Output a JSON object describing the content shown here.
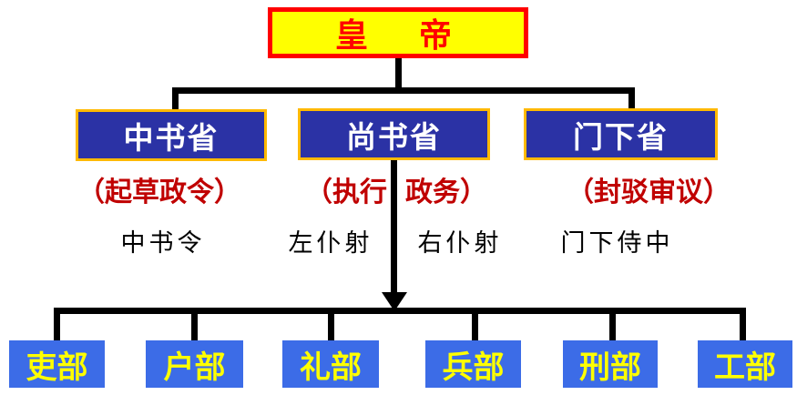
{
  "diagram": {
    "emperor": "皇　帝",
    "departments": [
      {
        "name": "中书省",
        "annotation": "（起草政令）",
        "official": "中书令"
      },
      {
        "name": "尚书省",
        "annotation_left": "（执行",
        "annotation_right": "政务）",
        "official_left": "左仆射",
        "official_right": "右仆射"
      },
      {
        "name": "门下省",
        "annotation": "（封驳审议）",
        "official": "门下侍中"
      }
    ],
    "ministries": [
      "吏部",
      "户部",
      "礼部",
      "兵部",
      "刑部",
      "工部"
    ],
    "colors": {
      "emperor_fill": "#FFFF00",
      "emperor_border": "#FF0000",
      "emperor_text": "#FF0000",
      "department_fill": "#2B32A5",
      "department_border": "#FFB900",
      "department_text": "#FFFFFF",
      "annotation_text": "#C00000",
      "official_text": "#000000",
      "ministry_fill": "#3C6CE7",
      "ministry_text": "#FFFF00",
      "connector": "#000000"
    }
  }
}
